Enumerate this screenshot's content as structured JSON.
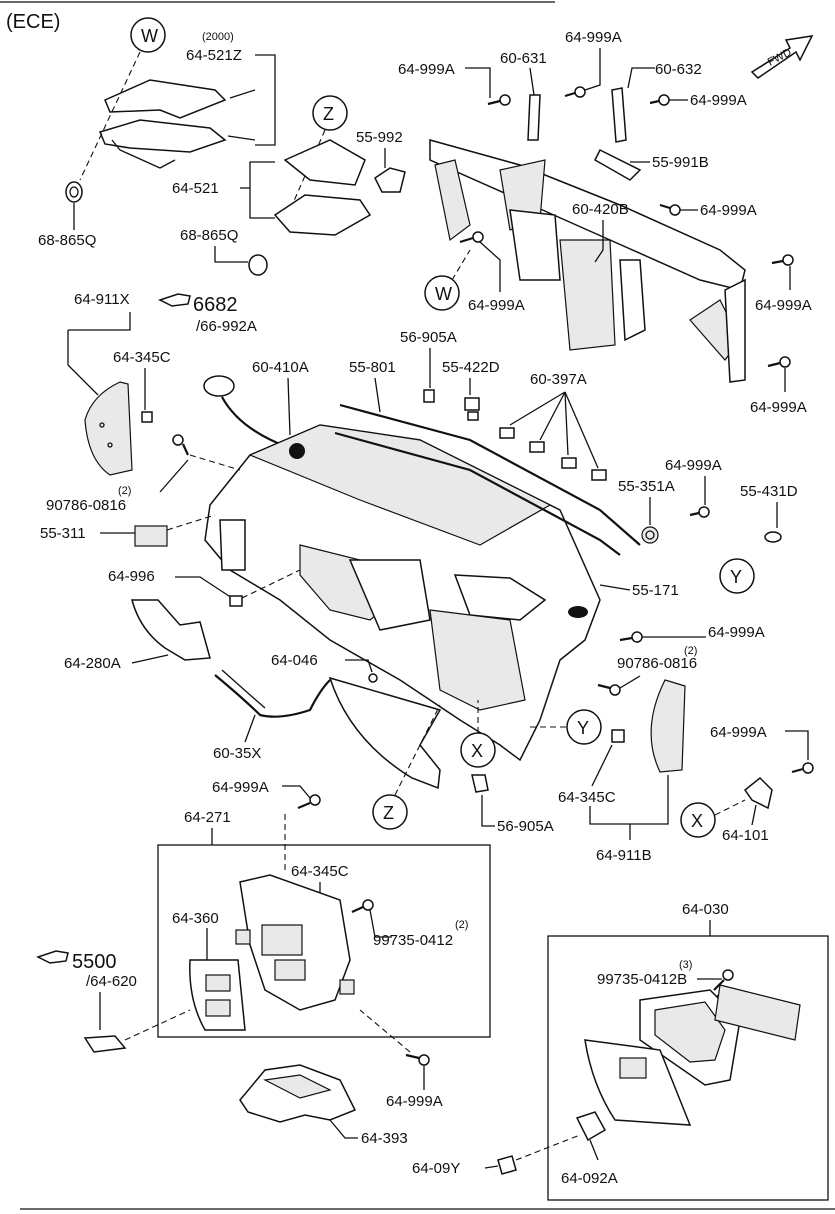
{
  "header": {
    "market": "(ECE)",
    "fwd": "FWD"
  },
  "callouts": {
    "W": "W",
    "Z": "Z",
    "X": "X",
    "Y": "Y"
  },
  "refs": {
    "r6682": "6682",
    "r6682_sub": "/66-992A",
    "r5500": "5500",
    "r5500_sub": "/64-620"
  },
  "parts": {
    "p2000": "(2000)",
    "p64_521Z": "64-521Z",
    "p64_521": "64-521",
    "p68_865Q_a": "68-865Q",
    "p68_865Q_b": "68-865Q",
    "p55_992": "55-992",
    "p64_999A_a": "64-999A",
    "p60_631": "60-631",
    "p64_999A_b": "64-999A",
    "p60_632": "60-632",
    "p64_999A_c": "64-999A",
    "p55_991B": "55-991B",
    "p64_999A_d": "64-999A",
    "p60_420B": "60-420B",
    "p64_999A_e": "64-999A",
    "p64_999A_f": "64-999A",
    "p64_999A_g": "64-999A",
    "p64_911X": "64-911X",
    "p64_345C_a": "64-345C",
    "p60_410A": "60-410A",
    "p55_801": "55-801",
    "p56_905A_a": "56-905A",
    "p55_422D": "55-422D",
    "p60_397A": "60-397A",
    "p90786_0816_a": "90786-0816",
    "p90786_qty_a": "(2)",
    "p55_311": "55-311",
    "p64_999A_h": "64-999A",
    "p55_351A": "55-351A",
    "p55_431D": "55-431D",
    "p64_996": "64-996",
    "p55_171": "55-171",
    "p64_280A": "64-280A",
    "p64_999A_i": "64-999A",
    "p90786_qty_b": "(2)",
    "p90786_0816_b": "90786-0816",
    "p64_046": "64-046",
    "p60_35X": "60-35X",
    "p64_999A_j": "64-999A",
    "p64_345C_b": "64-345C",
    "p56_905A_b": "56-905A",
    "p64_101": "64-101",
    "p64_911B": "64-911B",
    "p64_999A_k": "64-999A",
    "p64_271": "64-271",
    "p64_345C_c": "64-345C",
    "p64_360": "64-360",
    "p99735_qty_a": "(2)",
    "p99735_0412": "99735-0412",
    "p64_999A_l": "64-999A",
    "p64_393": "64-393",
    "p64_030": "64-030",
    "p99735_qty_b": "(3)",
    "p99735_0412B": "99735-0412B",
    "p64_09Y": "64-09Y",
    "p64_092A": "64-092A"
  }
}
